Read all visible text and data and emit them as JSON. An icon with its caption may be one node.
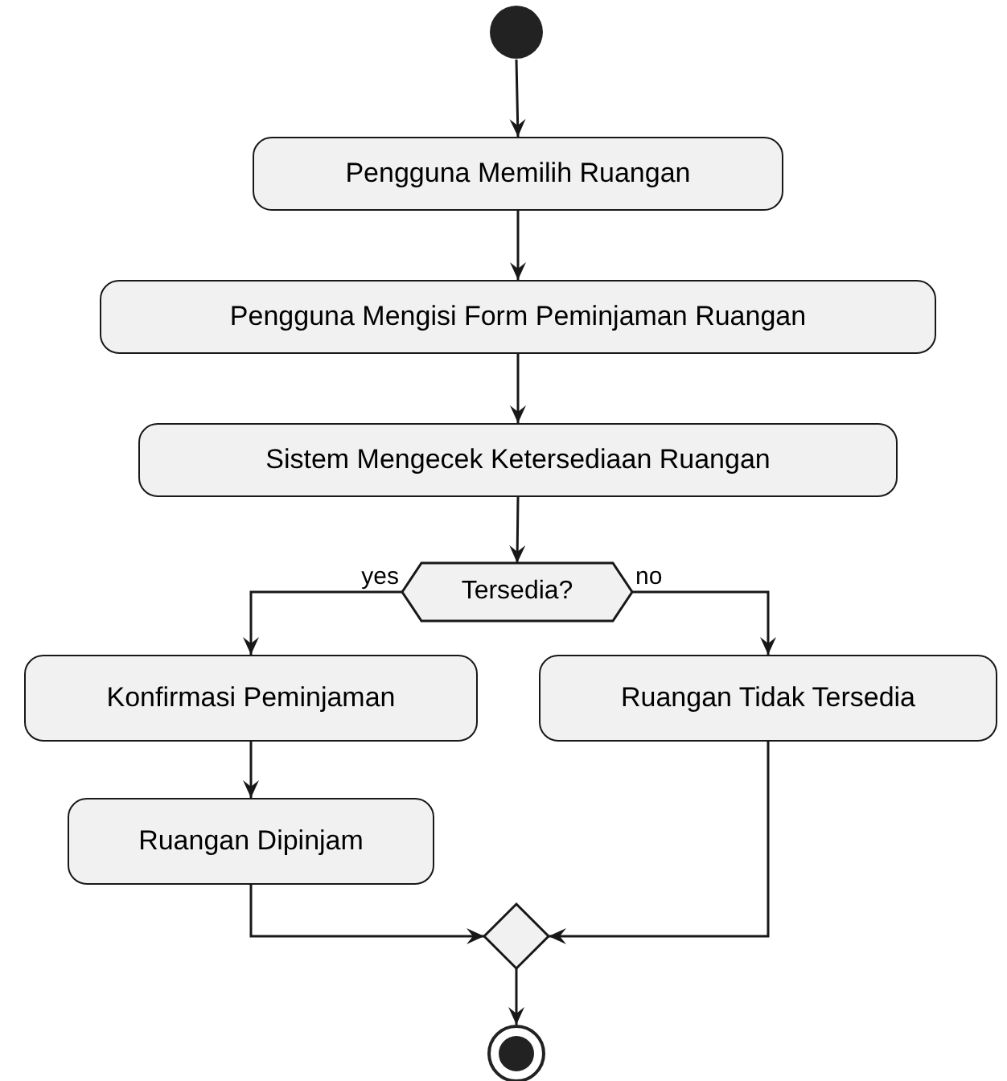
{
  "diagram": {
    "nodes": [
      {
        "text": [],
        "shape": "circle"
      },
      {
        "text": [
          "Pengguna Memilih Ruangan"
        ]
      },
      {
        "text": [
          "Pengguna Mengisi Form Peminjaman Ruangan"
        ]
      },
      {
        "text": [
          "Sistem Mengecek Ketersediaan Ruangan"
        ]
      },
      {
        "text": [
          "Tersedia?"
        ]
      },
      {
        "text": [
          "Konfirmasi Peminjaman"
        ]
      },
      {
        "text": [
          "Ruangan Tidak Tersedia"
        ]
      },
      {
        "text": [
          "Ruangan Dipinjam"
        ]
      },
      {
        "text": [],
        "shape": "diamond"
      },
      {
        "text": [],
        "shape": "circle"
      }
    ],
    "edges": [
      {
        "from": 0,
        "to": 1,
        "arrow": "to"
      },
      {
        "from": 1,
        "to": 2,
        "arrow": "to"
      },
      {
        "from": 2,
        "to": 3,
        "arrow": "to"
      },
      {
        "from": 3,
        "to": 4,
        "arrow": "to"
      },
      {
        "from": 4,
        "to": 5,
        "arrow": "to",
        "label": "yes"
      },
      {
        "from": 4,
        "to": 6,
        "arrow": "to",
        "label": "no"
      },
      {
        "from": 5,
        "to": 7,
        "arrow": "to"
      },
      {
        "from": 7,
        "to": 8,
        "arrow": "to"
      },
      {
        "from": 6,
        "to": 8,
        "arrow": "to"
      },
      {
        "from": 8,
        "to": 9,
        "arrow": "to"
      }
    ]
  }
}
